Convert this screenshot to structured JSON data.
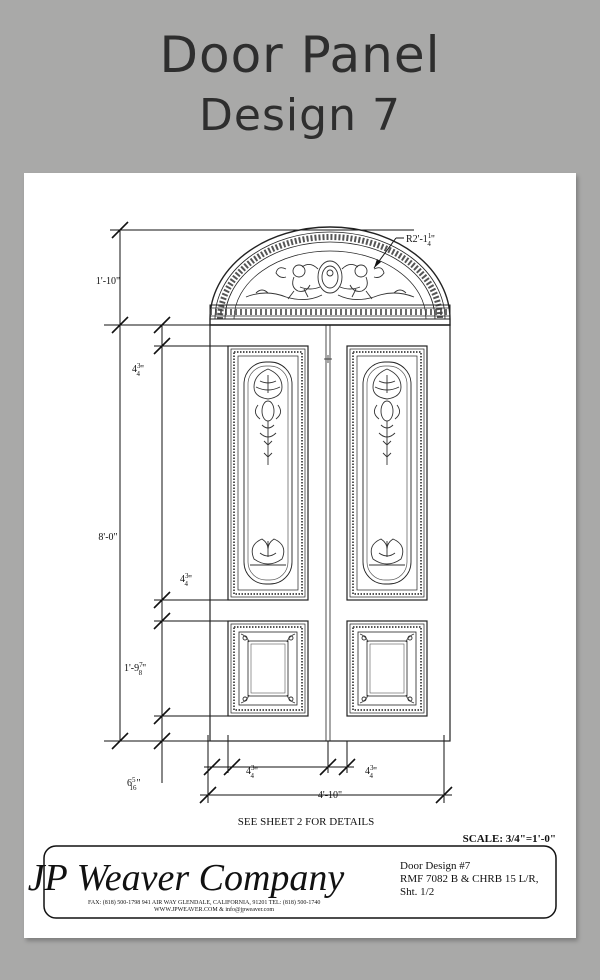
{
  "header": {
    "title_line1": "Door Panel",
    "title_line2": "Design 7"
  },
  "dimensions": {
    "top_height": "1'-10\"",
    "radius": {
      "main": "R2'-1",
      "num": "1",
      "den": "4",
      "unit": "\""
    },
    "stile_top": {
      "main": "4",
      "num": "3",
      "den": "4",
      "unit": "\""
    },
    "overall_height": "8'-0\"",
    "rail_mid": {
      "main": "4",
      "num": "3",
      "den": "4",
      "unit": "\""
    },
    "lower_panel": {
      "main": "1'-9",
      "num": "7",
      "den": "8",
      "unit": "\""
    },
    "base": {
      "main": "6",
      "num": "5",
      "den": "16",
      "unit": "\""
    },
    "stile_left": {
      "main": "4",
      "num": "3",
      "den": "4",
      "unit": "\""
    },
    "stile_right": {
      "main": "4",
      "num": "3",
      "den": "4",
      "unit": "\""
    },
    "overall_width": "4'-10\""
  },
  "notes": {
    "see_sheet": "SEE SHEET 2 FOR DETAILS",
    "scale": "SCALE:  3/4\"=1'-0\""
  },
  "titleblock": {
    "company": "JP Weaver Company",
    "address_line1": "FAX: (818) 500-1798     941 AIR WAY  GLENDALE, CALIFORNIA, 91201   TEL: (818) 500-1740",
    "address_line2": "WWW.JPWEAVER.COM  & info@jpweaver.com",
    "design_line1": "Door Design #7",
    "design_line2": "RMF 7082 B & CHRB 15 L/R,",
    "design_line3": "Sht. 1/2"
  }
}
